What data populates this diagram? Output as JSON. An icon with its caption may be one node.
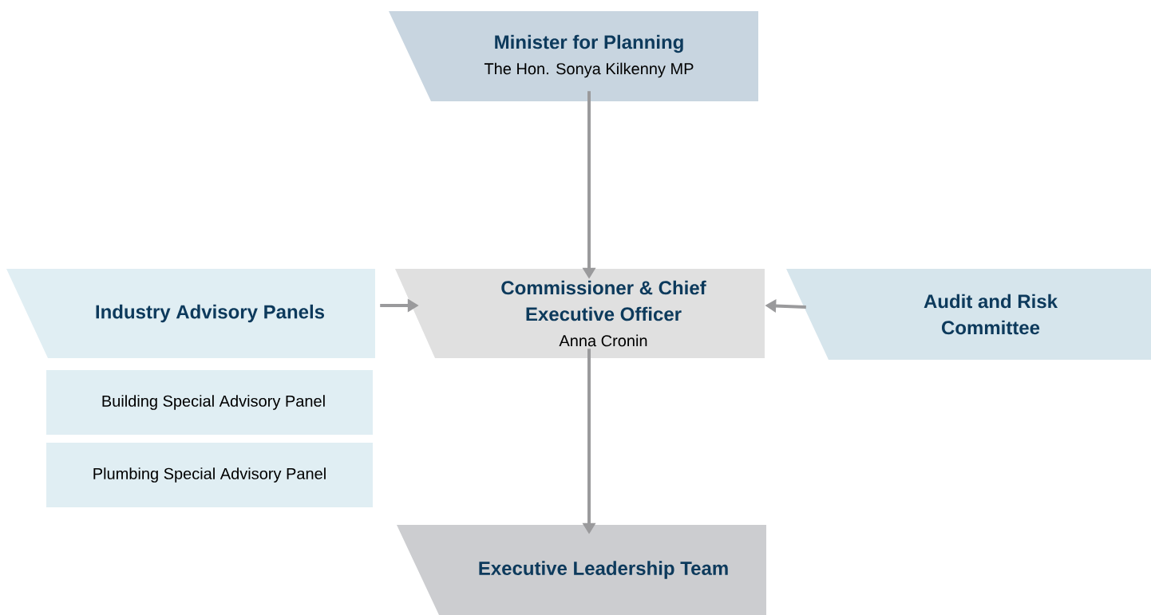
{
  "diagram": {
    "nodes": [
      {
        "text": [
          "Minister for Planning",
          "The Hon. Sonya Kilkenny MP"
        ]
      },
      {
        "text": [
          "Industry Advisory Panels"
        ]
      },
      {
        "text": [
          "Commissioner & Chief Executive Officer",
          "Anna Cronin"
        ]
      },
      {
        "text": [
          "Audit and Risk Committee"
        ]
      },
      {
        "text": [
          "Building Special Advisory Panel"
        ]
      },
      {
        "text": [
          "Plumbing Special Advisory Panel"
        ]
      },
      {
        "text": [
          "Executive Leadership Team"
        ]
      }
    ],
    "edges": [
      {
        "from": 0,
        "to": 2,
        "arrow": "to"
      },
      {
        "from": 1,
        "to": 2,
        "arrow": "to"
      },
      {
        "from": 3,
        "to": 2,
        "arrow": "to"
      },
      {
        "from": 2,
        "to": 6,
        "arrow": "to"
      }
    ]
  }
}
